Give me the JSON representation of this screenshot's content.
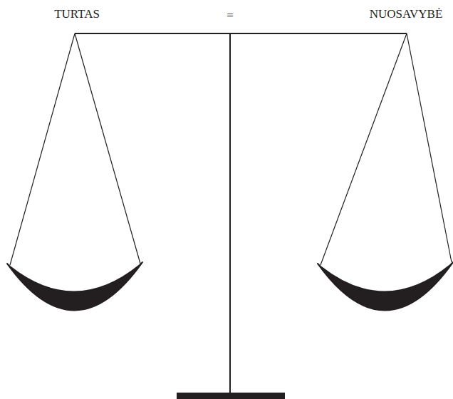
{
  "diagram": {
    "labels": [
      "TURTAS",
      "=",
      "NUOSAVYBĖ"
    ]
  }
}
